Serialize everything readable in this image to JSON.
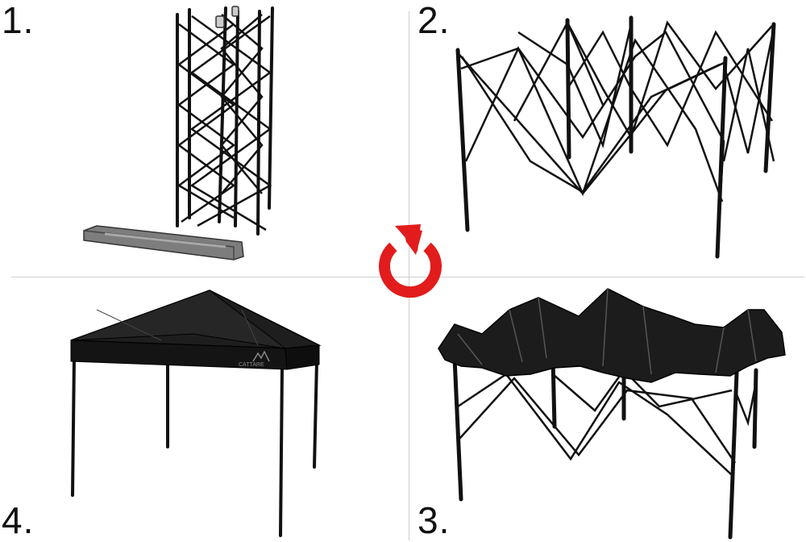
{
  "steps": [
    {
      "number": "1."
    },
    {
      "number": "2."
    },
    {
      "number": "3."
    },
    {
      "number": "4."
    }
  ],
  "tent_logo_text": "CATTARE",
  "colors": {
    "background": "#ffffff",
    "frame": "#111111",
    "canopy": "#1c1c1c",
    "divider": "#cfcfcf",
    "rotate_arrow": "#e21c1c"
  },
  "icons": {
    "center": "rotate-clockwise-icon"
  }
}
